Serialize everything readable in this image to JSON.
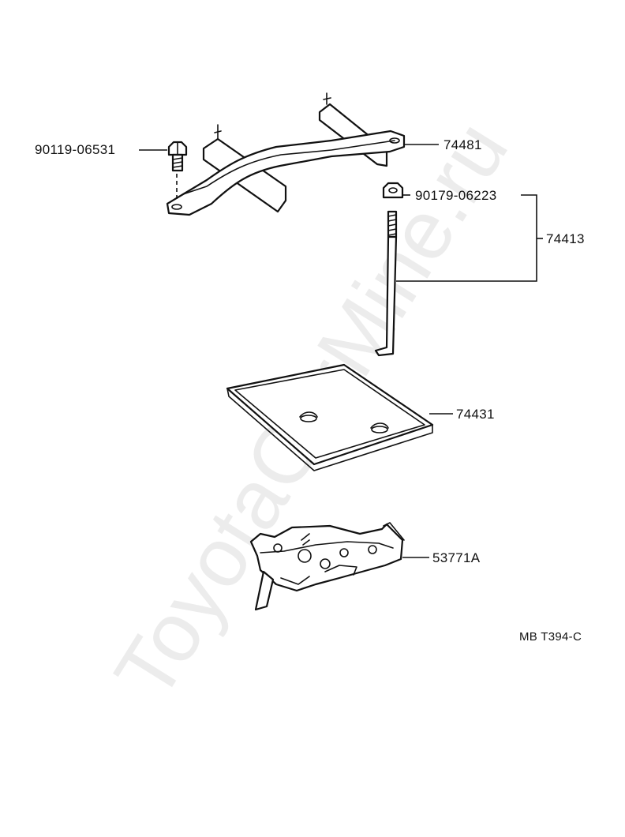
{
  "watermark": "ToyotaCarMine.ru",
  "diagram_code": "MB T394-C",
  "parts": [
    {
      "id": "bolt",
      "number": "90119-06531",
      "icon": "flange-bolt-icon"
    },
    {
      "id": "clamp",
      "number": "74481",
      "icon": "battery-clamp-icon"
    },
    {
      "id": "nut",
      "number": "90179-06223",
      "icon": "hex-nut-icon"
    },
    {
      "id": "rod-group",
      "number": "74413",
      "icon": "hook-rod-icon"
    },
    {
      "id": "tray",
      "number": "74431",
      "icon": "battery-tray-icon"
    },
    {
      "id": "carrier",
      "number": "53771A",
      "icon": "carrier-bracket-icon"
    }
  ]
}
